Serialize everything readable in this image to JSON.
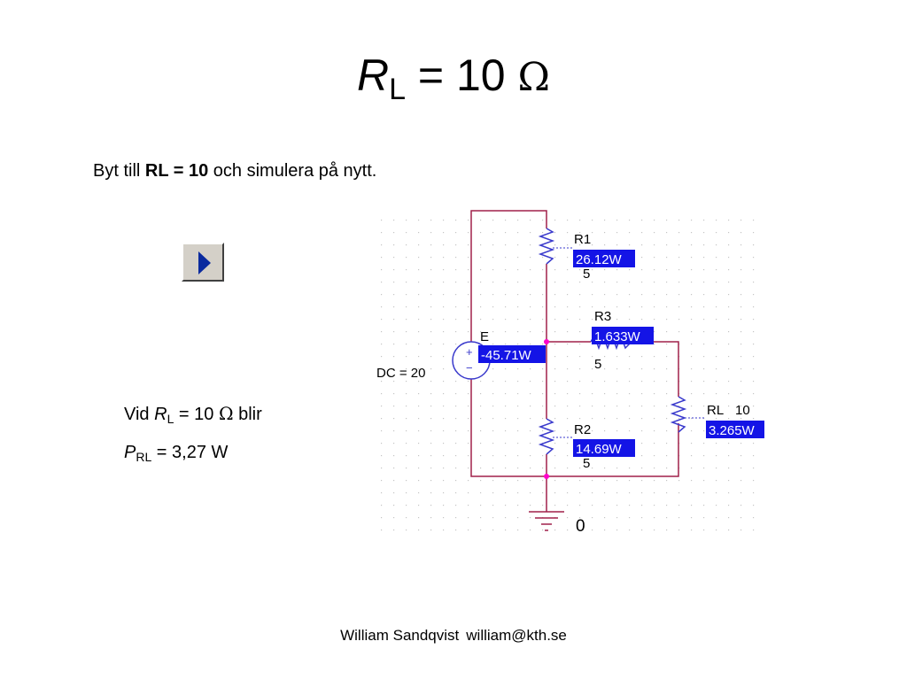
{
  "title": {
    "var": "R",
    "sub": "L",
    "rest": " = 10 ",
    "omega": "Ω"
  },
  "instruction": {
    "before": "Byt till ",
    "bold": "RL = 10",
    "after": " och simulera på nytt."
  },
  "result1": {
    "prefix": "Vid ",
    "var": "R",
    "sub": "L",
    "mid": " = 10 ",
    "omega": "Ω",
    "suffix": " blir"
  },
  "result2": {
    "var": "P",
    "sub": "RL",
    "rest": " = 3,27 W"
  },
  "circuit": {
    "r1": {
      "name": "R1",
      "power": "26.12W",
      "value": "5"
    },
    "r3": {
      "name": "R3",
      "power": "1.633W",
      "value": "5"
    },
    "r2": {
      "name": "R2",
      "power": "14.69W",
      "value": "5"
    },
    "rl": {
      "name": "RL",
      "value": "10",
      "power": "3.265W"
    },
    "e": {
      "name": "E",
      "power": "-45.71W",
      "dc": "DC = 20",
      "plus": "+",
      "minus": "−"
    },
    "ground": {
      "node": "0"
    }
  },
  "footer": {
    "author": "William Sandqvist",
    "email": "william@kth.se"
  },
  "colors": {
    "wire": "#a0204a",
    "node": "#ff00cc",
    "label_bg": "#1414e6",
    "source": "#3a3acc"
  }
}
